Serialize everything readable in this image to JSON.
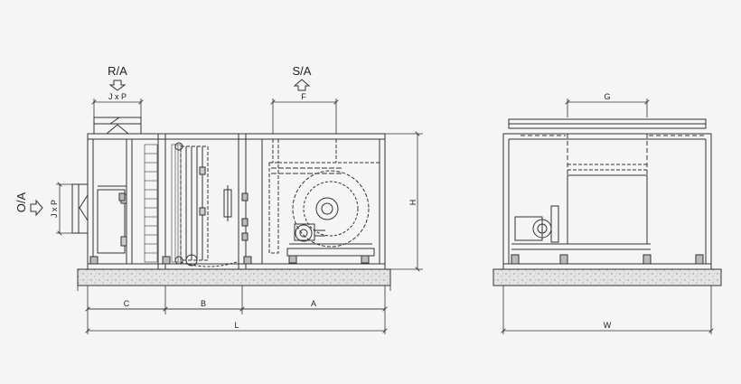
{
  "labels": {
    "return_air": "R/A",
    "supply_air": "S/A",
    "outside_air": "O/A",
    "return_opening": "J x P",
    "outside_opening": "J x P",
    "fan_outlet": "F",
    "side_outlet": "G",
    "height": "H",
    "section_c": "C",
    "section_b": "B",
    "section_a": "A",
    "length": "L",
    "width": "W"
  },
  "colors": {
    "background": "#f5f5f5",
    "line": "#333333",
    "dash": "#555555",
    "base_fill": "#e6e6e6"
  }
}
